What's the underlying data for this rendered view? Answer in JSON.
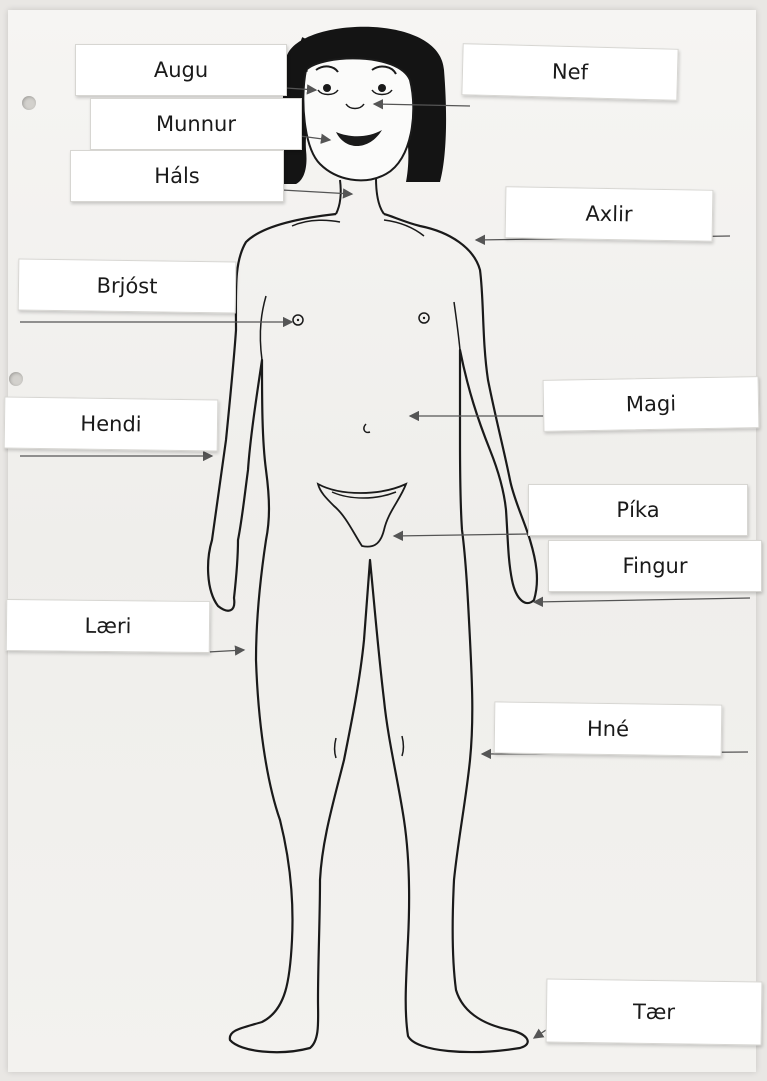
{
  "labels": {
    "augu": "Augu",
    "nef": "Nef",
    "munnur": "Munnur",
    "hals": "Háls",
    "axlir": "Axlir",
    "brjost": "Brjóst",
    "magi": "Magi",
    "hendi": "Hendi",
    "pika": "Píka",
    "fingur": "Fingur",
    "laeri": "Læri",
    "hne": "Hné",
    "taer": "Tær"
  },
  "colors": {
    "paper": "#f4f3f0",
    "ink": "#1a1a1a",
    "hair": "#141414",
    "arrow": "#555555"
  }
}
